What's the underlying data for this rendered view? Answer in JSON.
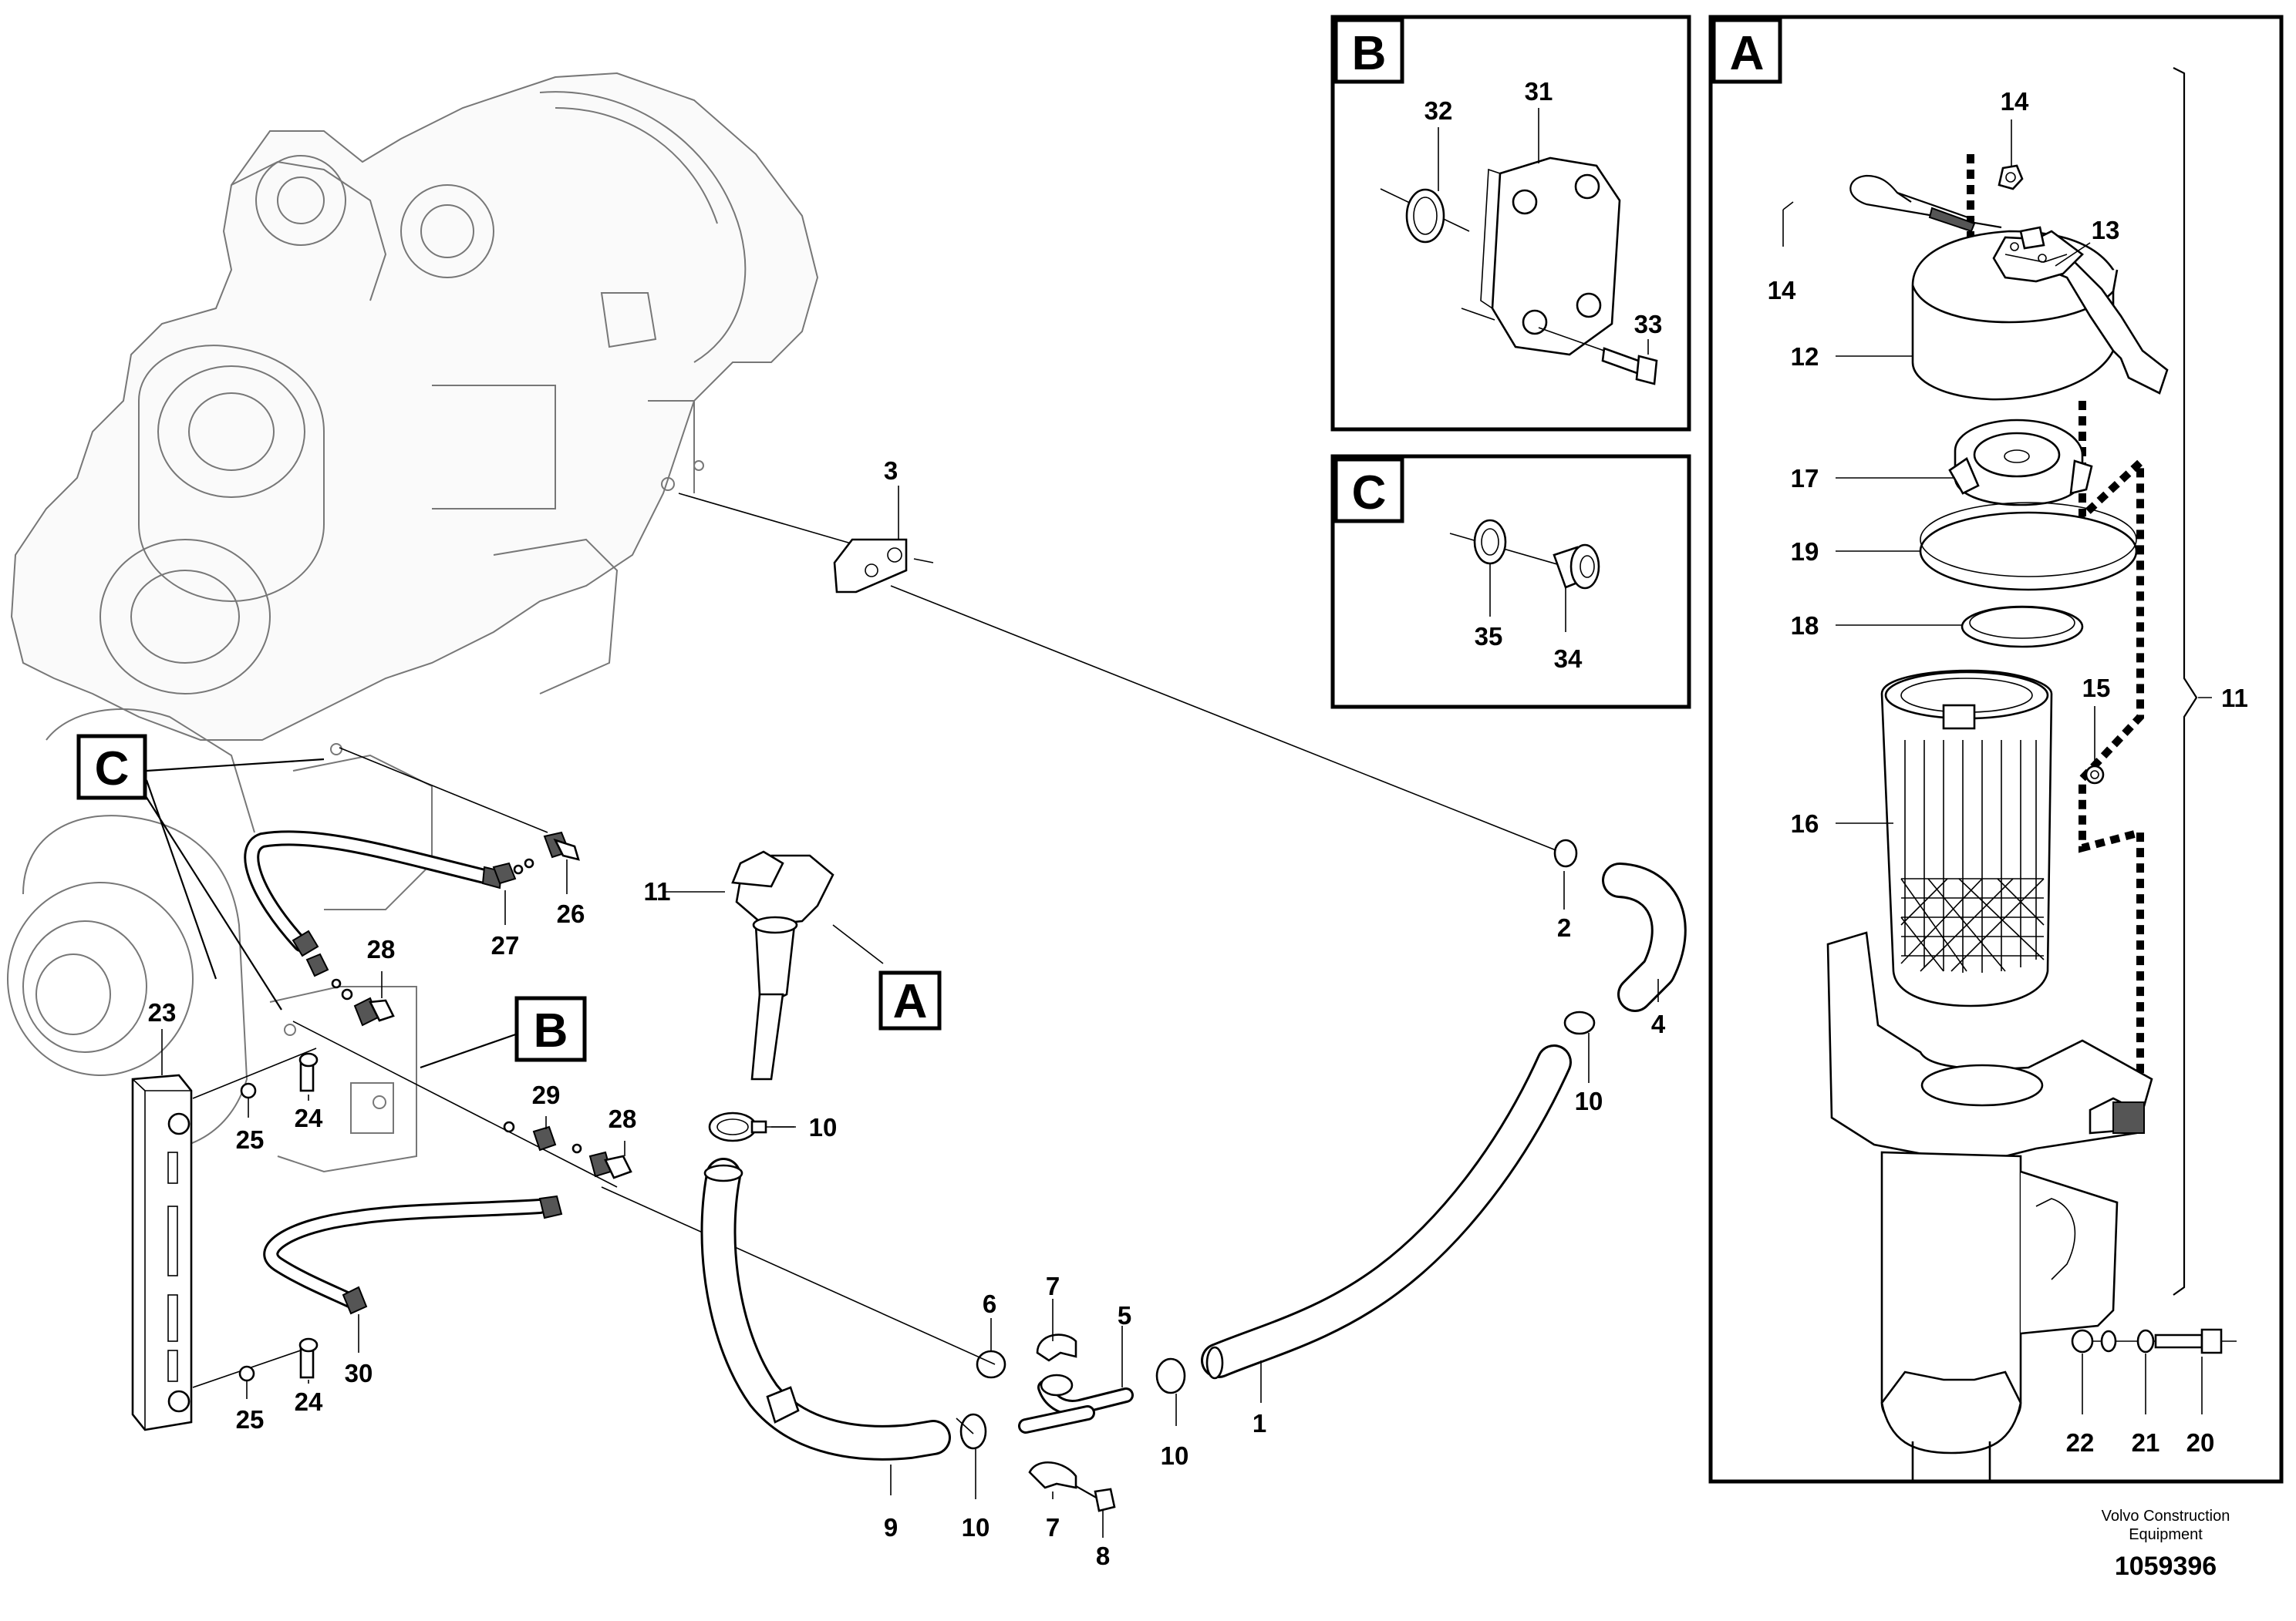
{
  "detail_tags": {
    "a": "A",
    "b": "B",
    "c": "C"
  },
  "main_labels": {
    "l1": "1",
    "l2": "2",
    "l3": "3",
    "l4": "4",
    "l5": "5",
    "l6": "6",
    "l7a": "7",
    "l7b": "7",
    "l8": "8",
    "l9": "9",
    "l10a": "10",
    "l10b": "10",
    "l10c": "10",
    "l10d": "10",
    "l11": "11",
    "l23": "23",
    "l24a": "24",
    "l24b": "24",
    "l25a": "25",
    "l25b": "25",
    "l26": "26",
    "l27": "27",
    "l28a": "28",
    "l28b": "28",
    "l29": "29",
    "l30": "30"
  },
  "detail_b_labels": {
    "l31": "31",
    "l32": "32",
    "l33": "33"
  },
  "detail_c_labels": {
    "l34": "34",
    "l35": "35"
  },
  "detail_a_labels": {
    "l11": "11",
    "l12": "12",
    "l13": "13",
    "l14a": "14",
    "l14b": "14",
    "l15": "15",
    "l16": "16",
    "l17": "17",
    "l18": "18",
    "l19": "19",
    "l20": "20",
    "l21": "21",
    "l22": "22"
  },
  "footer": {
    "brand_line1": "Volvo Construction",
    "brand_line2": "Equipment",
    "drawing_number": "1059396"
  }
}
